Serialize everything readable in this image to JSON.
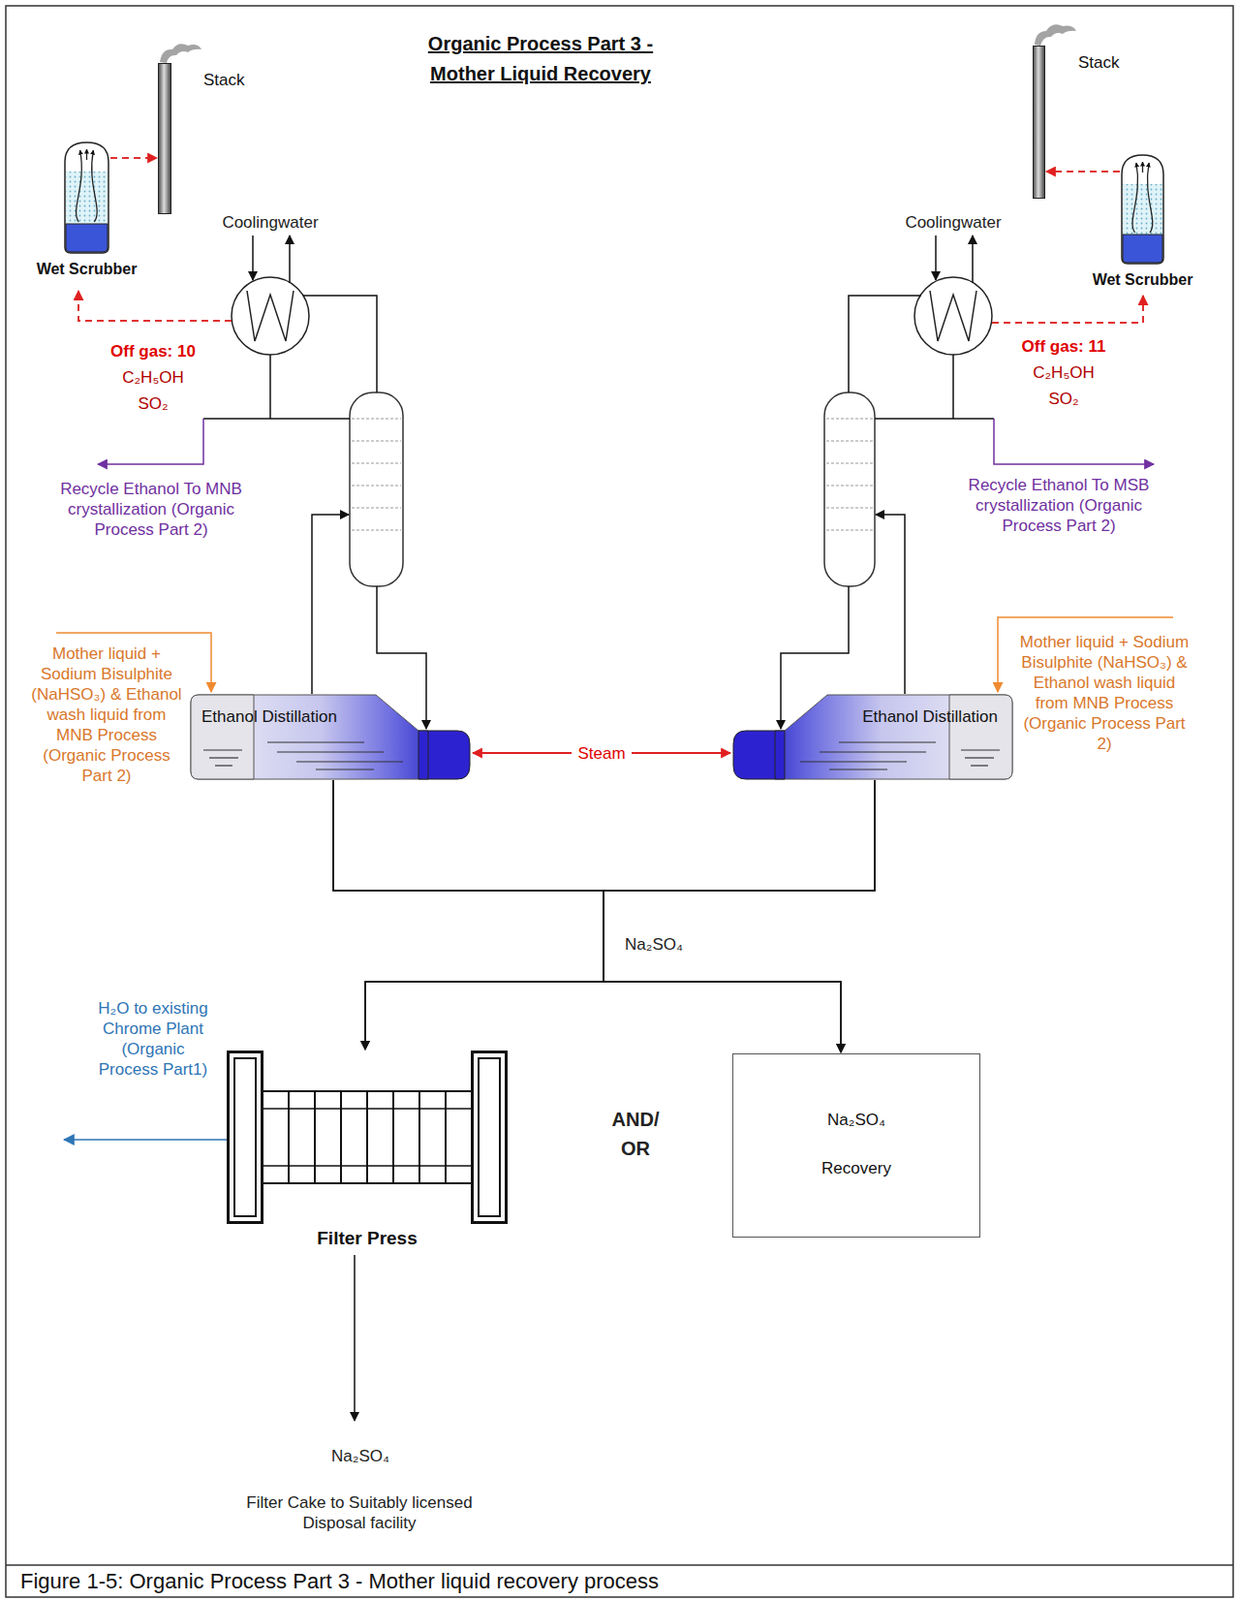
{
  "diagram": {
    "title": "Organic Process Part 3 - Mother Liquid Recovery",
    "caption": "Figure 1-5: Organic Process Part 3 - Mother liquid recovery process",
    "nodes": [
      {
        "text": [
          "Stack"
        ]
      },
      {
        "text": [
          "Stack"
        ]
      },
      {
        "text": [
          "Wet Scrubber"
        ]
      },
      {
        "text": [
          "Wet Scrubber"
        ]
      },
      {
        "text": [
          "Ethanol Distillation"
        ]
      },
      {
        "text": [
          "Ethanol Distillation"
        ]
      },
      {
        "text": [
          "Filter Press"
        ]
      },
      {
        "text": [
          "Na₂SO₄",
          "Recovery"
        ]
      }
    ],
    "edges": [
      {
        "from": 2,
        "to": 0,
        "arrow": "to"
      },
      {
        "from": 3,
        "to": 1,
        "arrow": "to"
      },
      {
        "from": 4,
        "to": 5,
        "label": "Steam",
        "arrow": "both"
      },
      {
        "from": 4,
        "to": 6,
        "arrow": "to"
      },
      {
        "from": 4,
        "to": 7,
        "arrow": "to"
      },
      {
        "from": 5,
        "to": 6,
        "arrow": "to"
      },
      {
        "from": 5,
        "to": 7,
        "arrow": "to"
      }
    ],
    "labels": [
      "Coolingwater",
      "Coolingwater",
      "Off gas: 10",
      "C₂H₅OH",
      "SO₂",
      "Off gas: 11",
      "C₂H₅OH",
      "SO₂",
      "Recycle Ethanol To MNB crystallization (Organic Process Part 2)",
      "Recycle Ethanol To MSB crystallization (Organic Process Part 2)",
      "Mother liquid + Sodium Bisulphite (NaHSO₃) & Ethanol wash liquid from MNB Process (Organic Process Part 2)",
      "Mother liquid + Sodium Bisulphite (NaHSO₃) & Ethanol wash liquid from MNB Process (Organic Process Part 2)",
      "Na₂SO₄",
      "H₂O to existing Chrome Plant (Organic Process Part1)",
      "AND/ OR",
      "Na₂SO₄",
      "Filter Cake to Suitably licensed Disposal facility"
    ]
  }
}
